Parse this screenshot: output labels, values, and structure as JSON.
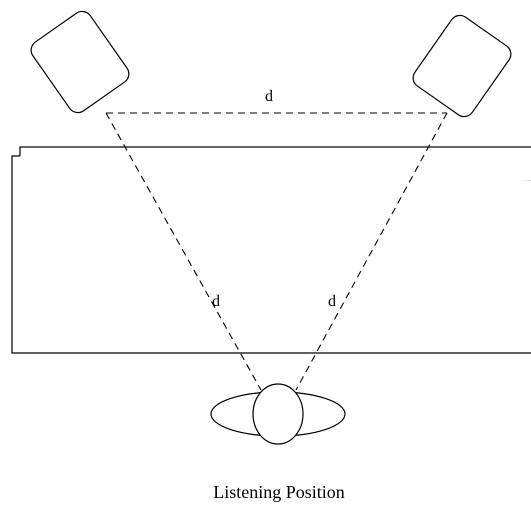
{
  "labels": {
    "distance_top": "d",
    "distance_left": "d",
    "distance_right": "d"
  },
  "caption": "Listening Position",
  "colors": {
    "line": "#000000",
    "background": "#ffffff"
  }
}
